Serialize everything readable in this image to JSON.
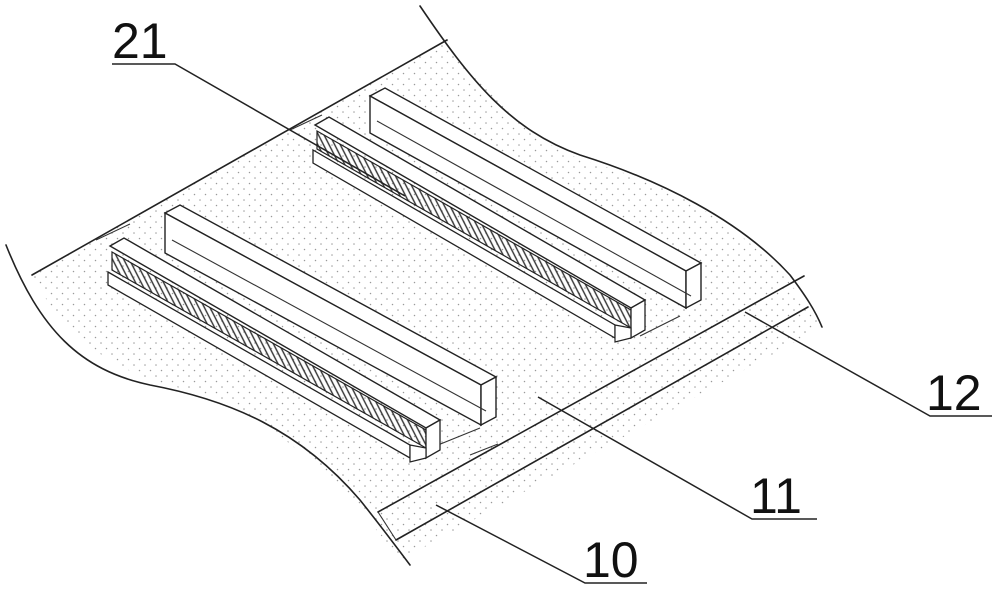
{
  "labels": {
    "l21": "21",
    "l12": "12",
    "l11": "11",
    "l10": "10"
  },
  "colors": {
    "line": "#222222",
    "dots": "#9a9a9a",
    "paper": "#ffffff"
  }
}
